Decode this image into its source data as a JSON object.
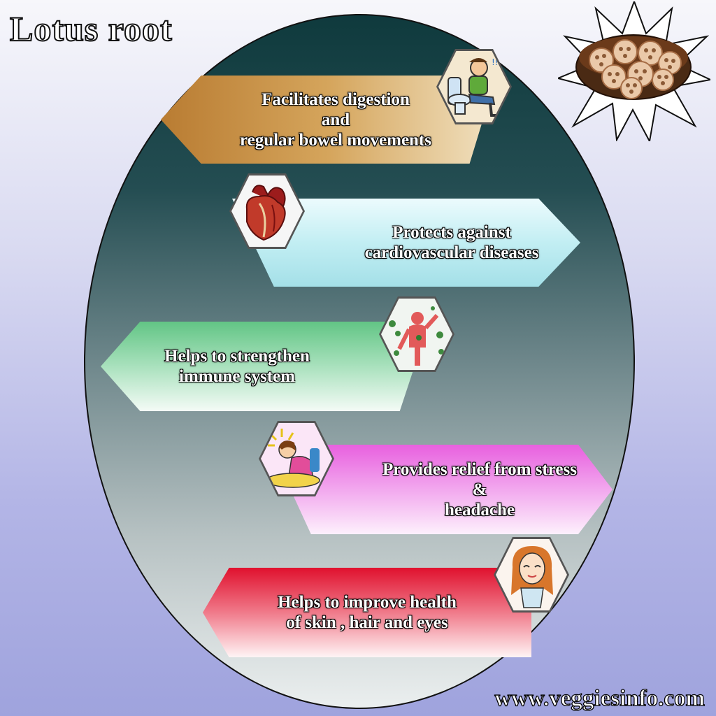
{
  "title": "Lotus root",
  "footer": "www.veggiesinfo.com",
  "colors": {
    "digestion": "#c7923c",
    "heart": "#bfeff4",
    "immune": "#8ed7a7",
    "stress": "#f08be8",
    "skin": "#e2273d"
  },
  "benefits": [
    {
      "text": "Facilitates digestion\nand\nregular bowel movements",
      "icon": "toilet-person-icon"
    },
    {
      "text": "Protects against\ncardiovascular diseases",
      "icon": "heart-icon"
    },
    {
      "text": "Helps to strengthen\nimmune system",
      "icon": "immune-person-icon"
    },
    {
      "text": "Provides relief from stress\n&\nheadache",
      "icon": "headache-woman-icon"
    },
    {
      "text": "Helps to improve health\nof skin , hair and eyes",
      "icon": "woman-face-icon"
    }
  ],
  "hero_icon": "lotus-root-bowl-icon"
}
